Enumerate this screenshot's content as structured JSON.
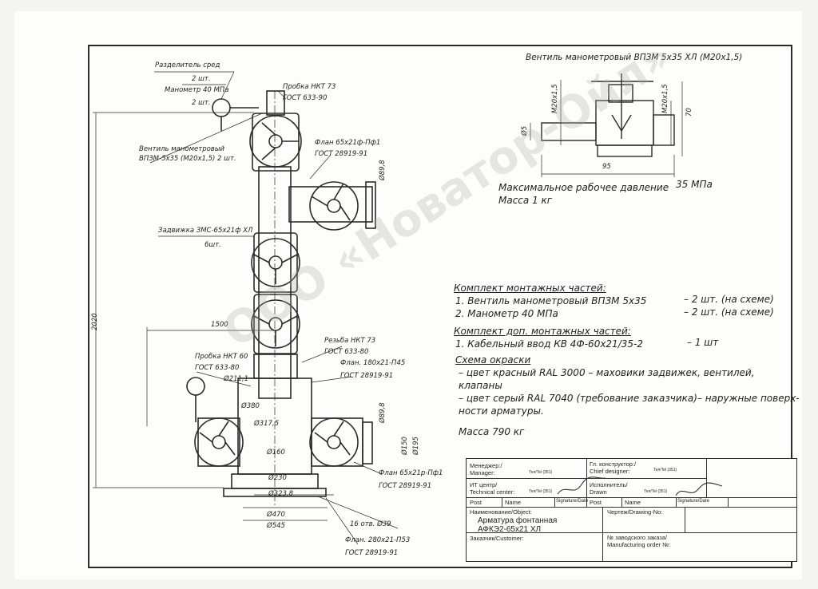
{
  "assembly_labels": {
    "separator": "Разделитель сред",
    "separator_qty": "2 шт.",
    "gauge": "Манометр 40 МПа",
    "gauge_qty": "2 шт.",
    "valve_line1": "Вентиль манометровый",
    "valve_line2": "ВПЗМ-5х35 (М20х1,5)  2 шт.",
    "plug_top_1": "Пробка НКТ 73",
    "plug_top_2": "ГОСТ 633-90",
    "flange_top_1": "Флан 65х21ф-Пф1",
    "flange_top_2": "ГОСТ 28919-91",
    "gate_1": "Задвижка ЗМС-65х21ф ХЛ",
    "gate_2": "6шт.",
    "thread_1": "Резьба НКТ 73",
    "thread_2": "ГОСТ 633-80",
    "flange_mid_1": "Флан. 180х21-П45",
    "flange_mid_2": "ГОСТ 28919-91",
    "plug60_1": "Пробка НКТ 60",
    "plug60_2": "ГОСТ 633-80",
    "flange_right_1": "Флан 65х21р-Пф1",
    "flange_right_2": "ГОСТ 28919-91",
    "bolts": "16 отв. Ø39",
    "flange_bot_1": "Флан. 280х21-П53",
    "flange_bot_2": "ГОСТ 28919-91"
  },
  "dimensions": {
    "height": "2020",
    "width": "1500",
    "d898_top": "Ø89,8",
    "d898_bot": "Ø89,8",
    "d2111": "Ø211,1",
    "d380": "Ø380",
    "d3175": "Ø317,5",
    "d160": "Ø160",
    "d230": "Ø230",
    "d3238": "Ø323,8",
    "d470": "Ø470",
    "d545": "Ø545",
    "d150": "Ø150",
    "d195": "Ø195"
  },
  "valve_detail": {
    "title": "Вентиль манометровый ВПЗМ 5х35 ХЛ (М20х1,5)",
    "thread_left": "М20х1,5",
    "thread_right": "М20х1,5",
    "d5": "Ø5",
    "h70": "70",
    "w95": "95",
    "max_pressure_label": "Максимальное рабочее давление",
    "max_pressure_value": "35 МПа",
    "mass": "Масса 1 кг"
  },
  "spec": {
    "kit_title": "Комплект монтажных частей:",
    "kit_1": "1. Вентиль манометровый ВПЗМ 5х35",
    "kit_1_qty": "– 2 шт. (на схеме)",
    "kit_2": "2. Манометр 40 МПа",
    "kit_2_qty": "– 2 шт. (на схеме)",
    "extra_title": "Комплект доп. монтажных частей:",
    "extra_1": "1. Кабельный ввод КВ 4Ф-60х21/35-2",
    "extra_1_qty": "– 1 шт",
    "paint_title": "Схема окраски",
    "paint_1a": "– цвет красный RAL 3000 – маховики задвижек, вентилей,",
    "paint_1b": "клапаны",
    "paint_2a": "– цвет серый RAL 7040 (требование заказчика)– наружные поверх-",
    "paint_2b": "ности арматуры.",
    "mass": "Масса 790 кг"
  },
  "title_block": {
    "manager": "Менеджер:/",
    "manager_en": "Manager:",
    "chief": "Гл. конструктор:/",
    "chief_en": "Chief designer:",
    "tech_center": "ИТ центр/",
    "tech_center_en": "Technical center:",
    "executor": "Исполнитель/",
    "executor_en": "Drawn",
    "post": "Post",
    "name": "Name",
    "signature": "Signature/Date",
    "object_label": "Наименование/Object:",
    "object_1": "Арматура фонтанная",
    "object_2": "АФКЭ2-65х21 ХЛ",
    "drawing_no": "Чертеж/Drawing-No:",
    "customer": "Заказчик/Customer:",
    "order": "№ заводского заказа/",
    "order_en": "Manufacturing order №:",
    "tel": "Тел/Tel (351)"
  },
  "watermark": "ООО «Новатор-Ойл»"
}
